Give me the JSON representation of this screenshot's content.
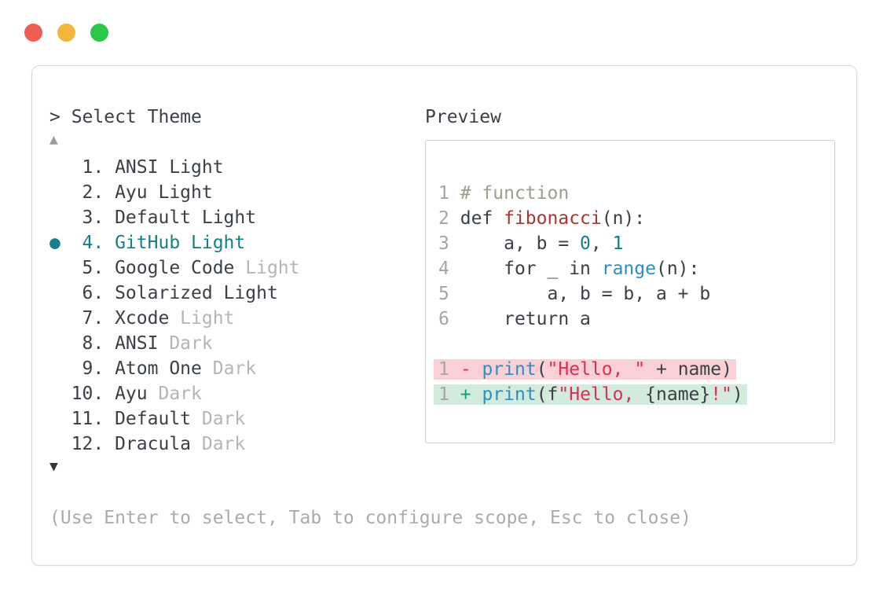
{
  "window_controls": {
    "close": "close",
    "minimize": "minimize",
    "zoom": "zoom"
  },
  "picker": {
    "prompt": "> Select Theme",
    "up_arrow": "▲",
    "down_arrow": "▼",
    "hint": "(Use Enter to select, Tab to configure scope, Esc to close)",
    "items": [
      {
        "number": "1.",
        "name": "ANSI Light",
        "dim": "",
        "selected": false
      },
      {
        "number": "2.",
        "name": "Ayu Light",
        "dim": "",
        "selected": false
      },
      {
        "number": "3.",
        "name": "Default Light",
        "dim": "",
        "selected": false
      },
      {
        "number": "4.",
        "name": "GitHub Light",
        "dim": "",
        "selected": true
      },
      {
        "number": "5.",
        "name": "Google Code",
        "dim": "Light",
        "selected": false
      },
      {
        "number": "6.",
        "name": "Solarized Light",
        "dim": "",
        "selected": false
      },
      {
        "number": "7.",
        "name": "Xcode",
        "dim": "Light",
        "selected": false
      },
      {
        "number": "8.",
        "name": "ANSI",
        "dim": "Dark",
        "selected": false
      },
      {
        "number": "9.",
        "name": "Atom One",
        "dim": "Dark",
        "selected": false
      },
      {
        "number": "10.",
        "name": "Ayu",
        "dim": "Dark",
        "selected": false
      },
      {
        "number": "11.",
        "name": "Default",
        "dim": "Dark",
        "selected": false
      },
      {
        "number": "12.",
        "name": "Dracula",
        "dim": "Dark",
        "selected": false
      }
    ]
  },
  "preview": {
    "label": "Preview",
    "lines": [
      {
        "n": "1",
        "t": [
          [
            "# function",
            "comment"
          ]
        ]
      },
      {
        "n": "2",
        "t": [
          [
            "def ",
            "plain"
          ],
          [
            "fibonacci",
            "defname"
          ],
          [
            "(n):",
            "plain"
          ]
        ]
      },
      {
        "n": "3",
        "t": [
          [
            "    a, b = ",
            "plain"
          ],
          [
            "0",
            "number"
          ],
          [
            ", ",
            "plain"
          ],
          [
            "1",
            "number"
          ]
        ]
      },
      {
        "n": "4",
        "t": [
          [
            "    for _ in ",
            "plain"
          ],
          [
            "range",
            "builtin"
          ],
          [
            "(n):",
            "plain"
          ]
        ]
      },
      {
        "n": "5",
        "t": [
          [
            "        a, b = b, a + b",
            "plain"
          ]
        ]
      },
      {
        "n": "6",
        "t": [
          [
            "    return a",
            "plain"
          ]
        ]
      },
      {
        "n": "",
        "blank": true,
        "t": []
      },
      {
        "n": "1",
        "diff": "removed",
        "t": [
          [
            "-",
            "minus"
          ],
          [
            " ",
            "plain"
          ],
          [
            "print",
            "builtin"
          ],
          [
            "(",
            "plain"
          ],
          [
            "\"Hello, \"",
            "string"
          ],
          [
            " + name)",
            "plain"
          ]
        ]
      },
      {
        "n": "1",
        "diff": "added",
        "t": [
          [
            "+",
            "plus"
          ],
          [
            " ",
            "plain"
          ],
          [
            "print",
            "builtin"
          ],
          [
            "(f",
            "plain"
          ],
          [
            "\"Hello, ",
            "string"
          ],
          [
            "{name}",
            "plain"
          ],
          [
            "!\"",
            "string"
          ],
          [
            ")",
            "plain"
          ]
        ]
      }
    ]
  },
  "colors": {
    "traffic_red": "#ef5e55",
    "traffic_yellow": "#f2b63d",
    "traffic_green": "#2bc847",
    "accent_teal": "#15808a",
    "text": "#3a4045",
    "text_dim": "#b5b5b5",
    "hint": "#ababab",
    "lineno": "#a5a5a5",
    "arrow_up": "#9b9b9b",
    "arrow_down": "#34383c",
    "comment": "#9aa08e",
    "defname": "#a93633",
    "number": "#10808c",
    "builtin": "#2b8fc7",
    "string": "#de2d53",
    "minus": "#de2d53",
    "plus": "#0fa17e",
    "bg_removed": "#f9d0d5",
    "bg_added": "#d2ebdc",
    "border": "#d9d9d9",
    "border_inner": "#cfcfcf"
  }
}
